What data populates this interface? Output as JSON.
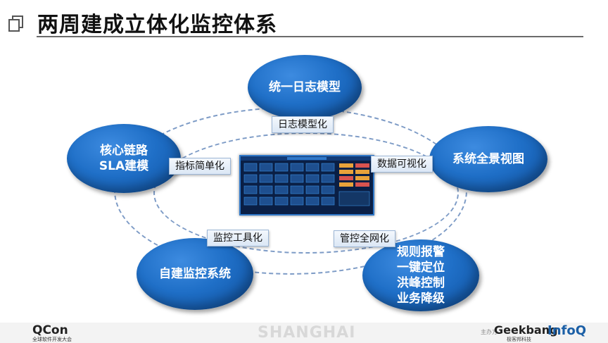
{
  "header": {
    "title": "两周建成立体化监控体系",
    "icon": "copy-icon"
  },
  "nodes": {
    "top": {
      "label": "统一日志模型"
    },
    "left": {
      "lines": [
        "核心链路",
        "SLA建模"
      ]
    },
    "right": {
      "label": "系统全景视图"
    },
    "bottom_left": {
      "label": "自建监控系统"
    },
    "bottom_right": {
      "lines": [
        "规则报警",
        "一键定位",
        "洪峰控制",
        "业务降级"
      ]
    }
  },
  "tags": {
    "top": "日志模型化",
    "left": "指标简单化",
    "right": "数据可视化",
    "bottom_left": "监控工具化",
    "bottom_right": "管控全网化"
  },
  "footer": {
    "qcon_logo": "QCon",
    "qcon_sub": "全球软件开发大会",
    "city": "SHANGHAI",
    "host_label": "主办方",
    "geekbang_logo": "Geekbang",
    "geekbang_sub": "极客邦科技",
    "infoq_logo": "InfoQ"
  },
  "colors": {
    "node": "#1f6fc7",
    "dash": "#7d9bc6",
    "accent_orange": "#e46c1a",
    "infoq_blue": "#1b5fa6"
  }
}
